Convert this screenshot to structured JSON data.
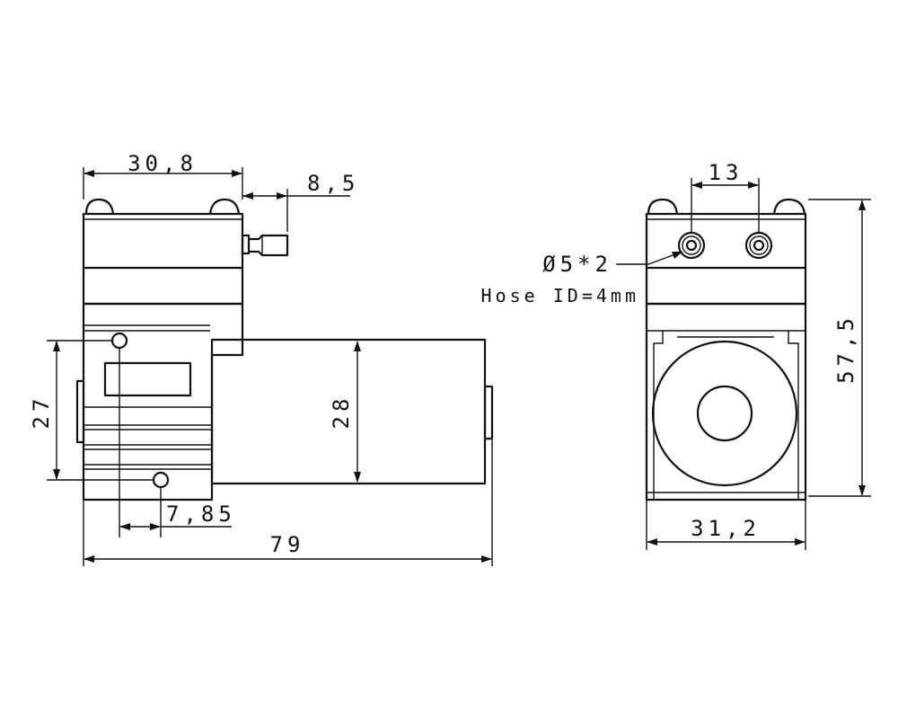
{
  "side_view": {
    "width_top": "30,8",
    "nozzle": "8,5",
    "height_left": "27",
    "motor_dia": "28",
    "hole_offset": "7,85",
    "total_length": "79"
  },
  "front_view": {
    "port_spacing": "13",
    "port_dia": "Ø5*2",
    "hose_id": "Hose ID=4mm",
    "height": "57,5",
    "width": "31,2"
  }
}
